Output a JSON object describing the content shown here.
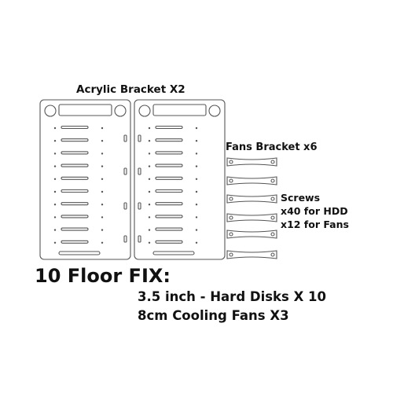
{
  "labels": {
    "acrylic_bracket": "Acrylic Bracket X2",
    "fans_bracket": "Fans Bracket x6",
    "screws_title": "Screws",
    "screws_hdd": "x40 for HDD",
    "screws_fans": "x12 for Fans"
  },
  "headline": "10 Floor FIX:",
  "specs": [
    "3.5 inch - Hard Disks X 10",
    "8cm Cooling Fans X3"
  ],
  "diagram": {
    "acrylic_panel_count": 2,
    "disk_slots_per_panel": 10,
    "fan_bracket_count": 6
  },
  "colors": {
    "line": "#555555",
    "text": "#111111",
    "background": "#ffffff"
  }
}
